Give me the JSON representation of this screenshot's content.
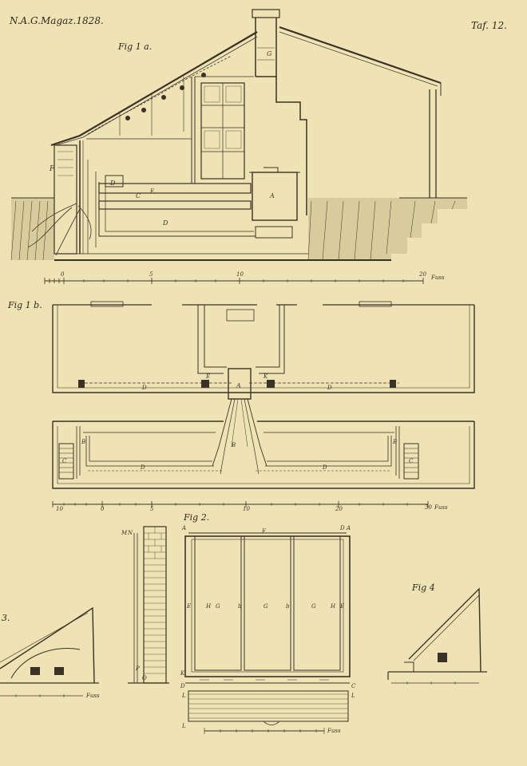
{
  "header": {
    "journal": "N.A.G.Magaz.1828.",
    "plate": "Taf. 12."
  },
  "figures": {
    "fig1a": "Fig 1 a.",
    "fig1b": "Fig 1 b.",
    "fig2": "Fig 2.",
    "fig3": "3.",
    "fig4": "Fig 4"
  },
  "scales": {
    "s1": {
      "ticks": [
        "0",
        "5",
        "10",
        "20"
      ],
      "unit": "Fuss"
    },
    "s2": {
      "ticks": [
        "10",
        "0",
        "5",
        "10",
        "20",
        "30"
      ],
      "unit": "Fuss"
    },
    "s3": {
      "unit": "Fuss"
    },
    "s4": {
      "unit": "Fuss"
    }
  },
  "labels": {
    "fig1a": [
      "G",
      "F",
      "D",
      "C",
      "E",
      "A",
      "D"
    ],
    "fig1b": [
      "A",
      "E",
      "K",
      "D",
      "D",
      "B",
      "B",
      "B",
      "C",
      "C",
      "D",
      "D"
    ],
    "fig2": [
      "M",
      "N",
      "A",
      "F",
      "D",
      "A",
      "E",
      "H",
      "G",
      "b",
      "G",
      "b",
      "G",
      "H",
      "E",
      "K",
      "D",
      "L",
      "L",
      "L",
      "C",
      "O",
      "P"
    ]
  }
}
